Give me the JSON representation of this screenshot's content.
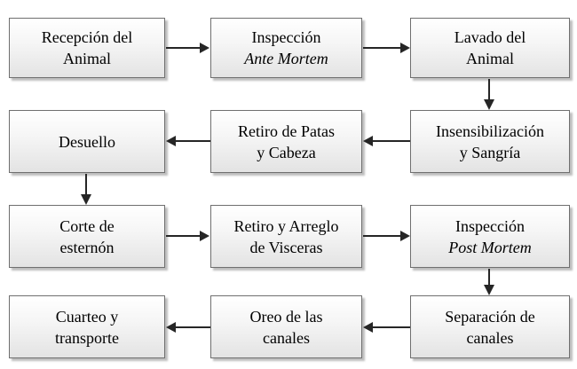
{
  "flowchart": {
    "description": "Proceso de faenado: diagrama de flujo",
    "nodes": [
      {
        "id": "recepcion-animal",
        "line1": "Recepción del",
        "line2": "Animal",
        "italic_line2": false
      },
      {
        "id": "inspeccion-ante-mortem",
        "line1": "Inspección",
        "line2": "Ante Mortem",
        "italic_line2": true
      },
      {
        "id": "lavado-animal",
        "line1": "Lavado del",
        "line2": "Animal",
        "italic_line2": false
      },
      {
        "id": "desuello",
        "line1": "Desuello",
        "line2": "",
        "italic_line2": false
      },
      {
        "id": "retiro-patas-cabeza",
        "line1": "Retiro de Patas",
        "line2": "y Cabeza",
        "italic_line2": false
      },
      {
        "id": "insensibilizacion-sangria",
        "line1": "Insensibilización",
        "line2": "y Sangría",
        "italic_line2": false
      },
      {
        "id": "corte-esternon",
        "line1": "Corte de",
        "line2": "esternón",
        "italic_line2": false
      },
      {
        "id": "retiro-arreglo-visceras",
        "line1": "Retiro y Arreglo",
        "line2": "de Visceras",
        "italic_line2": false
      },
      {
        "id": "inspeccion-post-mortem",
        "line1": "Inspección",
        "line2": "Post Mortem",
        "italic_line2": true
      },
      {
        "id": "cuarteo-transporte",
        "line1": "Cuarteo y",
        "line2": "transporte",
        "italic_line2": false
      },
      {
        "id": "oreo-canales",
        "line1": "Oreo de las",
        "line2": "canales",
        "italic_line2": false
      },
      {
        "id": "separacion-canales",
        "line1": "Separación de",
        "line2": "canales",
        "italic_line2": false
      }
    ],
    "connections": [
      {
        "from": "recepcion-animal",
        "to": "inspeccion-ante-mortem",
        "direction": "right"
      },
      {
        "from": "inspeccion-ante-mortem",
        "to": "lavado-animal",
        "direction": "right"
      },
      {
        "from": "lavado-animal",
        "to": "insensibilizacion-sangria",
        "direction": "down"
      },
      {
        "from": "insensibilizacion-sangria",
        "to": "retiro-patas-cabeza",
        "direction": "left"
      },
      {
        "from": "retiro-patas-cabeza",
        "to": "desuello",
        "direction": "left"
      },
      {
        "from": "desuello",
        "to": "corte-esternon",
        "direction": "down"
      },
      {
        "from": "corte-esternon",
        "to": "retiro-arreglo-visceras",
        "direction": "right"
      },
      {
        "from": "retiro-arreglo-visceras",
        "to": "inspeccion-post-mortem",
        "direction": "right"
      },
      {
        "from": "inspeccion-post-mortem",
        "to": "separacion-canales",
        "direction": "down"
      },
      {
        "from": "separacion-canales",
        "to": "oreo-canales",
        "direction": "left"
      },
      {
        "from": "oreo-canales",
        "to": "cuarteo-transporte",
        "direction": "left"
      }
    ],
    "colors": {
      "background": "#ffffff",
      "box_fill_top": "#ffffff",
      "box_fill_bottom": "#e3e3e3",
      "box_border": "#6f6f6f",
      "box_shadow": "#bdbdbd",
      "arrow": "#262626",
      "text": "#000000"
    }
  }
}
